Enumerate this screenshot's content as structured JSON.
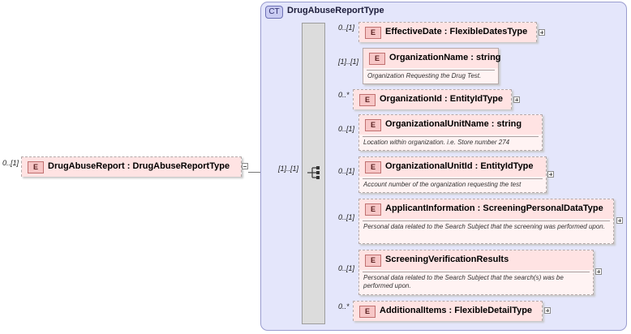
{
  "root": {
    "occurrence": "0..[1]",
    "badge": "E",
    "name": "DrugAbuseReport : DrugAbuseReportType",
    "sequence_occurrence": "[1]..[1]"
  },
  "complex_type": {
    "badge": "CT",
    "name": "DrugAbuseReportType"
  },
  "children": [
    {
      "occurrence": "0..[1]",
      "badge": "E",
      "name": "EffectiveDate : FlexibleDatesType",
      "doc": ""
    },
    {
      "occurrence": "[1]..[1]",
      "badge": "E",
      "name": "OrganizationName : string",
      "doc": "Organization Requesting the Drug Test."
    },
    {
      "occurrence": "0..*",
      "badge": "E",
      "name": "OrganizationId : EntityIdType",
      "doc": ""
    },
    {
      "occurrence": "0..[1]",
      "badge": "E",
      "name": "OrganizationalUnitName : string",
      "doc": "Location within organization.  i.e. Store number 274"
    },
    {
      "occurrence": "0..[1]",
      "badge": "E",
      "name": "OrganizationalUnitId : EntityIdType",
      "doc": "Account number of the organization requesting the test"
    },
    {
      "occurrence": "0..[1]",
      "badge": "E",
      "name": "ApplicantInformation : ScreeningPersonalDataType",
      "doc": "Personal data related to the Search Subject that the screening was performed upon."
    },
    {
      "occurrence": "0..[1]",
      "badge": "E",
      "name": "ScreeningVerificationResults",
      "doc": "Personal data related to the Search Subject that the search(s) was be performed upon."
    },
    {
      "occurrence": "0..*",
      "badge": "E",
      "name": "AdditionalItems : FlexibleDetailType",
      "doc": ""
    }
  ]
}
